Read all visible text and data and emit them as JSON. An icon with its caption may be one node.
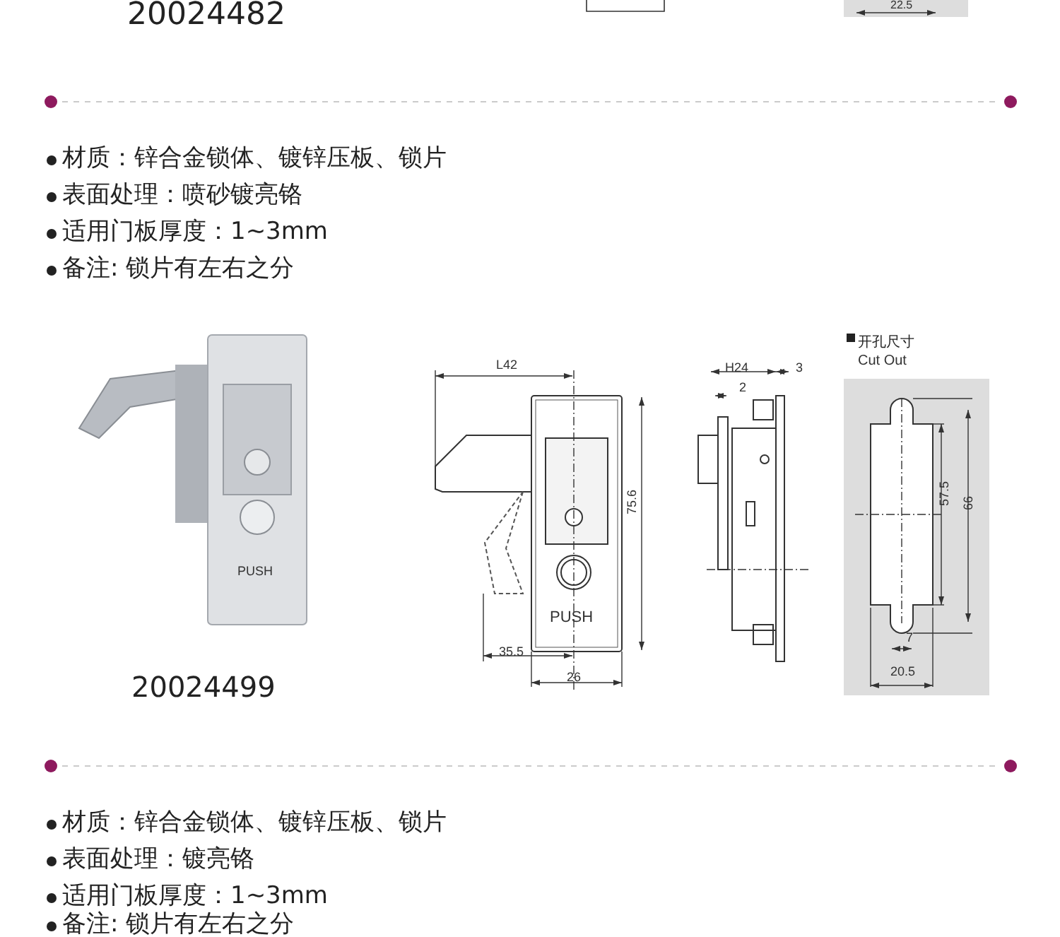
{
  "diagram": {
    "labels": [
      "20024482",
      "22.5",
      "材质：锌合金锁体、镀锌压板、锁片",
      "表面处理：喷砂镀亮铬",
      "适用门板厚度：1~3mm",
      "备注: 锁片有左右之分",
      "L42",
      "H24",
      "3",
      "开孔尺寸",
      "Cut Out",
      "2",
      "PUSH",
      "75.6",
      "57.5",
      "66",
      "PUSH",
      "35.5",
      "7",
      "26",
      "20.5",
      "20024499",
      "材质：锌合金锁体、镀锌压板、锁片",
      "表面处理：镀亮铬",
      "适用门板厚度：1~3mm",
      "备注: 锁片有左右之分"
    ]
  }
}
